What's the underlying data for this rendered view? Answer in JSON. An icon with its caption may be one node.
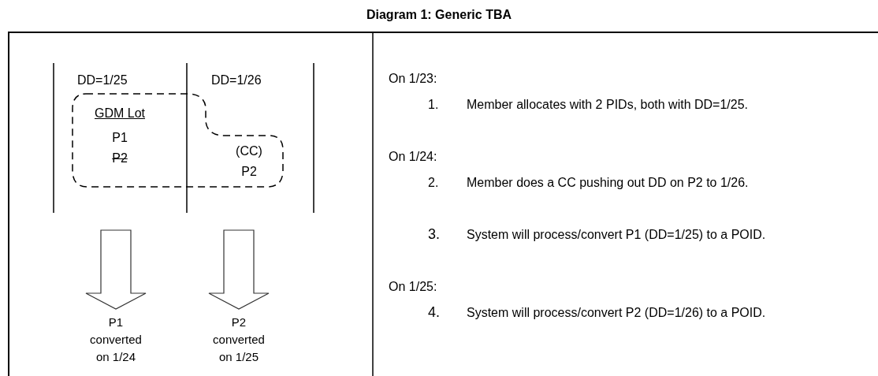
{
  "diagram": {
    "title": "Diagram 1: Generic TBA",
    "nodes": [
      {
        "text": [
          "GDM Lot",
          "P1",
          "P2",
          "(CC) P2"
        ]
      },
      {
        "text": [
          "P1 converted on 1/24"
        ]
      },
      {
        "text": [
          "P2 converted on 1/25"
        ]
      }
    ],
    "edges": [
      {
        "from": null,
        "to": 1,
        "arrow": "to"
      },
      {
        "from": null,
        "to": 2,
        "arrow": "to"
      }
    ],
    "labels": [
      "DD=1/25",
      "DD=1/26",
      "On 1/23:",
      "1.",
      "Member allocates with 2 PIDs, both with DD=1/25.",
      "On 1/24:",
      "2.",
      "Member does a CC pushing out DD on P2 to 1/26.",
      "3.",
      "System will process/convert P1 (DD=1/25) to a POID.",
      "On 1/25:",
      "4.",
      "System will process/convert P2 (DD=1/26) to a POID."
    ]
  }
}
